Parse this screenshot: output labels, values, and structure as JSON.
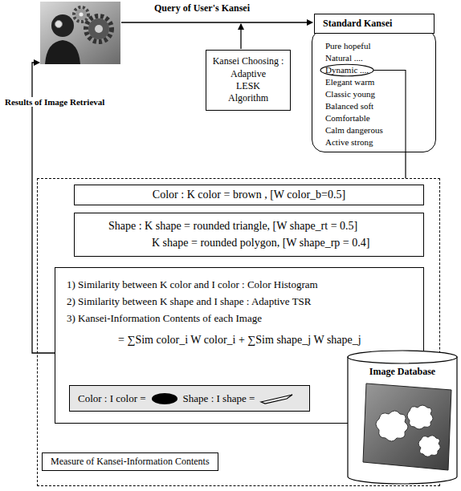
{
  "diagram": {
    "nodes": [
      {
        "text": [
          "Pure hopeful",
          "Natural ....",
          "Dynamic ....",
          "Elegant warm",
          "Classic young",
          "Balanced soft",
          "Comfortable",
          "Calm dangerous",
          "Active strong"
        ]
      },
      {
        "text": [
          "Standard Kansei"
        ],
        "in": 0
      },
      {
        "text": [
          "Kansei Choosing :",
          "Adaptive LESK Algorithm"
        ]
      },
      {
        "text": [
          "Measure of Kansei-Information Contents"
        ]
      },
      {
        "text": [
          "Color : K color = brown , [W color_b=0.5]"
        ],
        "in": 3
      },
      {
        "text": [
          "Shape : K shape = rounded triangle, [W shape_rt = 0.5]",
          "K shape = rounded polygon, [W shape_rp = 0.4]"
        ],
        "in": 3
      },
      {
        "text": [
          "1) Similarity between K color and I color : Color Histogram",
          "2) Similarity between K shape and I shape : Adaptive TSR",
          "3) Kansei-Information Contents of each Image",
          "= ∑Sim color_i W color_i + ∑Sim shape_j W shape_j"
        ],
        "in": 3
      },
      {
        "text": [
          "Color : I color =",
          "Shape : I shape ="
        ],
        "in": 6
      },
      {
        "text": [
          "Image Database"
        ]
      }
    ],
    "edges": [
      {
        "from": 0,
        "to": 3,
        "arrow": "none"
      }
    ],
    "labels": [
      "Query of User's Kansei",
      "Results of Image Retrieval"
    ]
  }
}
